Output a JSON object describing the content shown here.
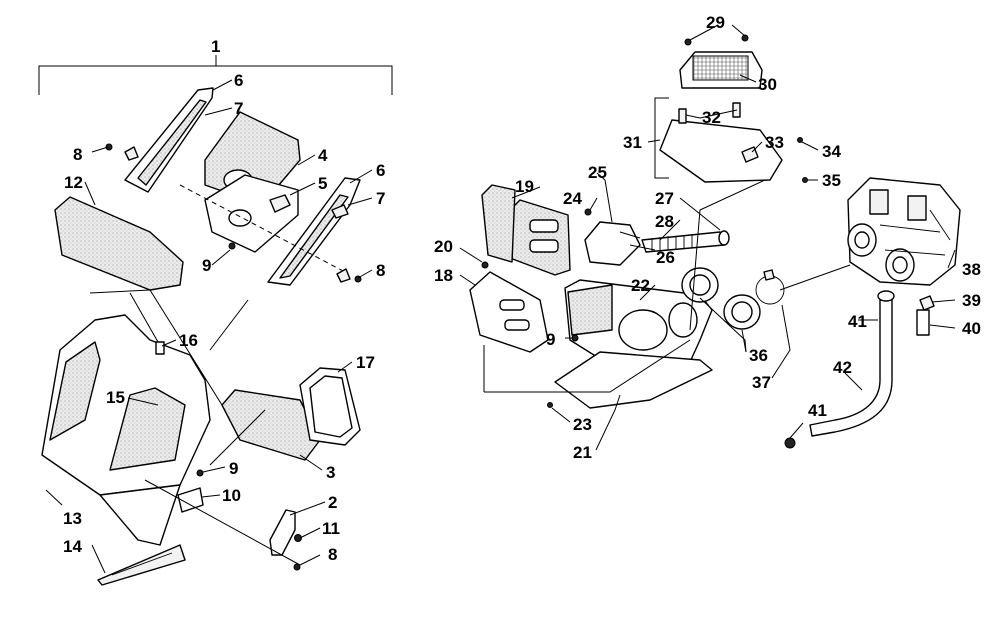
{
  "callouts": {
    "c1": "1",
    "c2": "2",
    "c3": "3",
    "c4": "4",
    "c5": "5",
    "c6a": "6",
    "c6b": "6",
    "c7a": "7",
    "c7b": "7",
    "c8a": "8",
    "c8b": "8",
    "c8c": "8",
    "c9a": "9",
    "c9b": "9",
    "c9c": "9",
    "c10": "10",
    "c11": "11",
    "c12": "12",
    "c13": "13",
    "c14": "14",
    "c15": "15",
    "c16": "16",
    "c17": "17",
    "c18": "18",
    "c19": "19",
    "c20": "20",
    "c21": "21",
    "c22": "22",
    "c23": "23",
    "c24": "24",
    "c25": "25",
    "c26": "26",
    "c27": "27",
    "c28": "28",
    "c29": "29",
    "c30": "30",
    "c31": "31",
    "c32": "32",
    "c33": "33",
    "c34": "34",
    "c35": "35",
    "c36": "36",
    "c37": "37",
    "c38": "38",
    "c39": "39",
    "c40": "40",
    "c41a": "41",
    "c41b": "41",
    "c42": "42"
  },
  "colors": {
    "line": "#000000",
    "background": "#ffffff",
    "foam": "#dddddd"
  }
}
